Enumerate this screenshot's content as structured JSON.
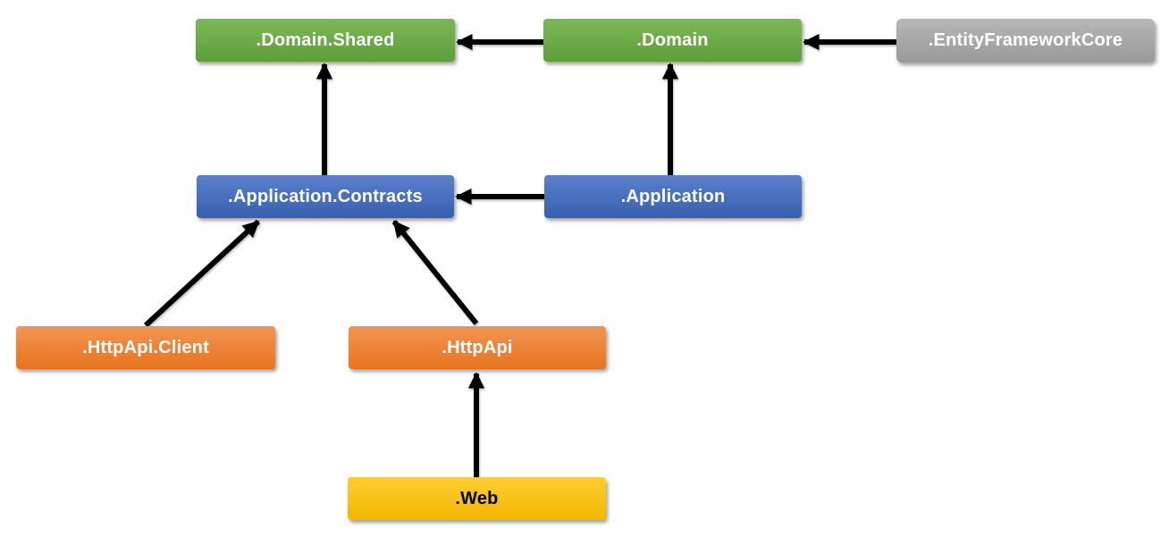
{
  "diagram": {
    "nodes": [
      {
        "id": "domain-shared",
        "label": ".Domain.Shared",
        "color": "green",
        "text_color": "#ffffff"
      },
      {
        "id": "domain",
        "label": ".Domain",
        "color": "green",
        "text_color": "#ffffff"
      },
      {
        "id": "entityframeworkcore",
        "label": ".EntityFrameworkCore",
        "color": "gray",
        "text_color": "#ffffff"
      },
      {
        "id": "application-contracts",
        "label": ".Application.Contracts",
        "color": "blue",
        "text_color": "#ffffff"
      },
      {
        "id": "application",
        "label": ".Application",
        "color": "blue",
        "text_color": "#ffffff"
      },
      {
        "id": "httpapi-client",
        "label": ".HttpApi.Client",
        "color": "orange",
        "text_color": "#ffffff"
      },
      {
        "id": "httpapi",
        "label": ".HttpApi",
        "color": "orange",
        "text_color": "#ffffff"
      },
      {
        "id": "web",
        "label": ".Web",
        "color": "yellow",
        "text_color": "#000000"
      }
    ],
    "edges": [
      {
        "from": ".Domain",
        "to": ".Domain.Shared"
      },
      {
        "from": ".EntityFrameworkCore",
        "to": ".Domain"
      },
      {
        "from": ".Application.Contracts",
        "to": ".Domain.Shared"
      },
      {
        "from": ".Application",
        "to": ".Domain"
      },
      {
        "from": ".Application",
        "to": ".Application.Contracts"
      },
      {
        "from": ".HttpApi.Client",
        "to": ".Application.Contracts"
      },
      {
        "from": ".HttpApi",
        "to": ".Application.Contracts"
      },
      {
        "from": ".Web",
        "to": ".HttpApi"
      }
    ],
    "colors": {
      "green": {
        "base": "#70ad47",
        "top": "#7db857",
        "bottom": "#5d9e3a"
      },
      "blue": {
        "base": "#4472c4",
        "top": "#5b80ca",
        "bottom": "#3560b0"
      },
      "orange": {
        "base": "#ed7d31",
        "top": "#f29552",
        "bottom": "#e8731f"
      },
      "gray": {
        "base": "#a5a5a5",
        "top": "#b7b7b7",
        "bottom": "#999999"
      },
      "yellow": {
        "base": "#ffc000",
        "top": "#ffce33",
        "bottom": "#f3b600"
      },
      "arrow": "#000000",
      "background": "#ffffff"
    }
  }
}
